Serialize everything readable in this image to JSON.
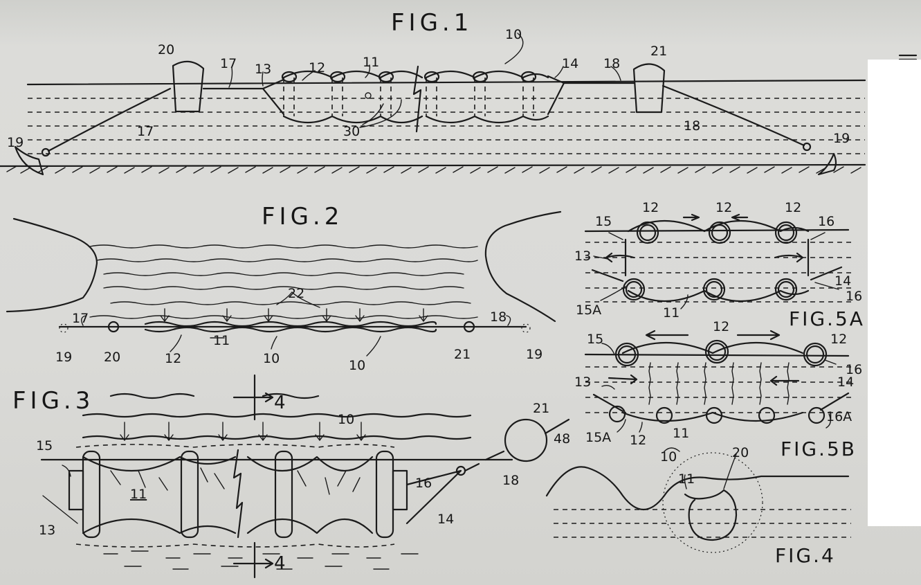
{
  "figures": {
    "fig1": "FIG.1",
    "fig2": "FIG.2",
    "fig3": "FIG.3",
    "fig4": "FIG.4",
    "fig5a": "FIG.5A",
    "fig5b": "FIG.5B"
  },
  "refs": {
    "r10": "10",
    "r11": "11",
    "r12": "12",
    "r13": "13",
    "r14": "14",
    "r15": "15",
    "r15a": "15A",
    "r16": "16",
    "r16a": "16A",
    "r17": "17",
    "r18": "18",
    "r19": "19",
    "r20": "20",
    "r21": "21",
    "r22": "22",
    "r30": "30",
    "r48": "48",
    "section4": "4"
  }
}
